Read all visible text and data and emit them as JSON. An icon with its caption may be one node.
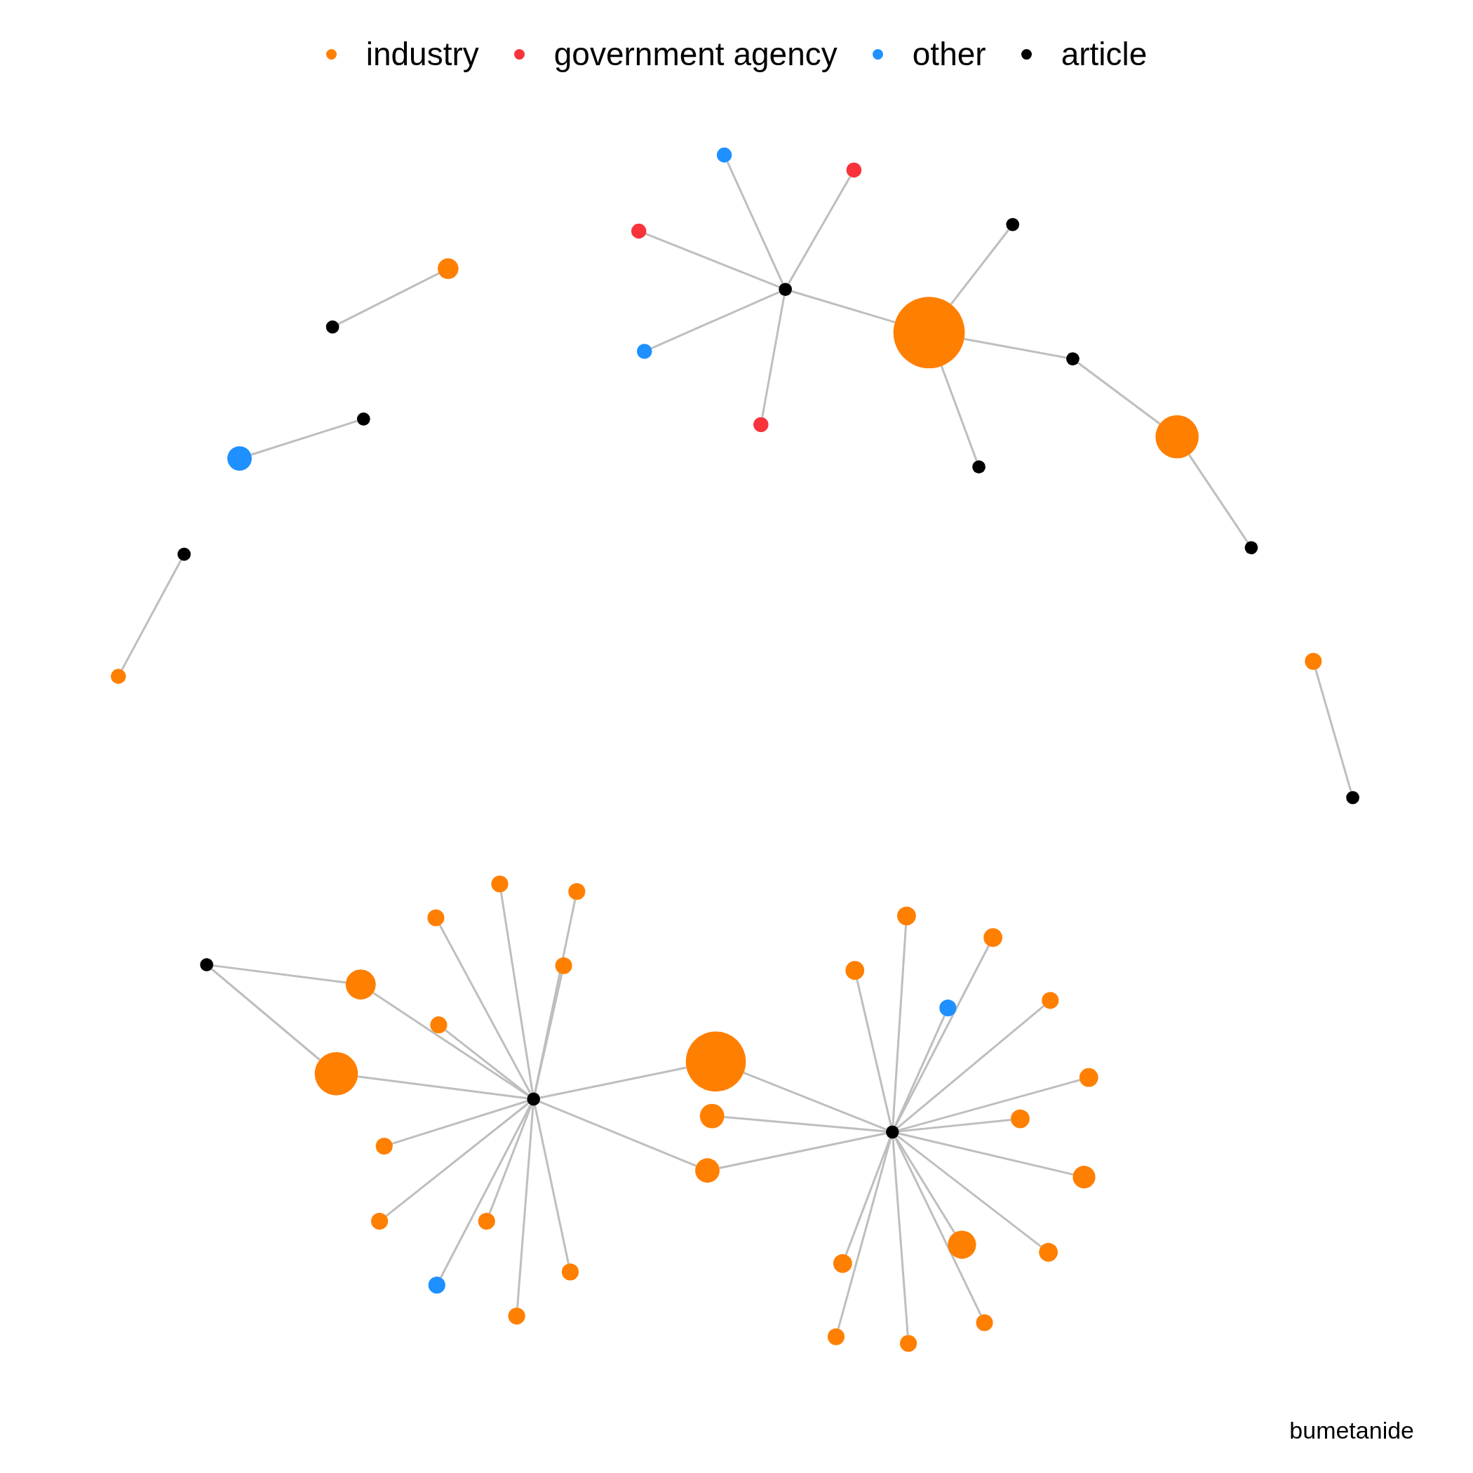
{
  "diagram": {
    "nodes": [
      {
        "text": [],
        "shape": "circle"
      },
      {
        "text": [],
        "shape": "circle"
      },
      {
        "text": [],
        "shape": "circle"
      },
      {
        "text": [],
        "shape": "circle"
      },
      {
        "text": [],
        "shape": "circle"
      },
      {
        "text": [],
        "shape": "circle"
      },
      {
        "text": [],
        "shape": "circle"
      },
      {
        "text": [],
        "shape": "circle"
      },
      {
        "text": [],
        "shape": "circle"
      },
      {
        "text": [],
        "shape": "circle"
      },
      {
        "text": [],
        "shape": "circle"
      },
      {
        "text": [],
        "shape": "circle"
      },
      {
        "text": [],
        "shape": "circle"
      },
      {
        "text": [],
        "shape": "circle"
      },
      {
        "text": [],
        "shape": "circle"
      },
      {
        "text": [],
        "shape": "circle"
      },
      {
        "text": [],
        "shape": "circle"
      },
      {
        "text": [],
        "shape": "circle"
      },
      {
        "text": [],
        "shape": "circle"
      },
      {
        "text": [],
        "shape": "circle"
      },
      {
        "text": [],
        "shape": "circle"
      },
      {
        "text": [],
        "shape": "circle"
      },
      {
        "text": [],
        "shape": "circle"
      },
      {
        "text": [],
        "shape": "circle"
      },
      {
        "text": [],
        "shape": "circle"
      },
      {
        "text": [],
        "shape": "circle"
      },
      {
        "text": [],
        "shape": "circle"
      },
      {
        "text": [],
        "shape": "circle"
      },
      {
        "text": [],
        "shape": "circle"
      },
      {
        "text": [],
        "shape": "circle"
      },
      {
        "text": [],
        "shape": "circle"
      },
      {
        "text": [],
        "shape": "circle"
      },
      {
        "text": [],
        "shape": "circle"
      },
      {
        "text": [],
        "shape": "circle"
      },
      {
        "text": [],
        "shape": "circle"
      },
      {
        "text": [],
        "shape": "circle"
      },
      {
        "text": [],
        "shape": "circle"
      },
      {
        "text": [],
        "shape": "circle"
      },
      {
        "text": [],
        "shape": "circle"
      },
      {
        "text": [],
        "shape": "circle"
      },
      {
        "text": [],
        "shape": "circle"
      },
      {
        "text": [],
        "shape": "circle"
      },
      {
        "text": [],
        "shape": "circle"
      },
      {
        "text": [],
        "shape": "circle"
      },
      {
        "text": [],
        "shape": "circle"
      },
      {
        "text": [],
        "shape": "circle"
      },
      {
        "text": [],
        "shape": "circle"
      },
      {
        "text": [],
        "shape": "circle"
      },
      {
        "text": [],
        "shape": "circle"
      },
      {
        "text": [],
        "shape": "circle"
      },
      {
        "text": [],
        "shape": "circle"
      },
      {
        "text": [],
        "shape": "circle"
      },
      {
        "text": [],
        "shape": "circle"
      }
    ],
    "edges": [
      {
        "from": 5,
        "to": 0,
        "arrow": "none"
      },
      {
        "from": 5,
        "to": 1,
        "arrow": "none"
      },
      {
        "from": 5,
        "to": 3,
        "arrow": "none"
      },
      {
        "from": 5,
        "to": 8,
        "arrow": "none"
      },
      {
        "from": 5,
        "to": 11,
        "arrow": "none"
      },
      {
        "from": 5,
        "to": 7,
        "arrow": "none"
      },
      {
        "from": 7,
        "to": 2,
        "arrow": "none"
      },
      {
        "from": 7,
        "to": 9,
        "arrow": "none"
      },
      {
        "from": 7,
        "to": 14,
        "arrow": "none"
      },
      {
        "from": 9,
        "to": 12,
        "arrow": "none"
      },
      {
        "from": 12,
        "to": 15,
        "arrow": "none"
      },
      {
        "from": 6,
        "to": 4,
        "arrow": "none"
      },
      {
        "from": 10,
        "to": 13,
        "arrow": "none"
      },
      {
        "from": 16,
        "to": 18,
        "arrow": "none"
      },
      {
        "from": 17,
        "to": 19,
        "arrow": "none"
      },
      {
        "from": 25,
        "to": 28,
        "arrow": "none"
      },
      {
        "from": 25,
        "to": 33,
        "arrow": "none"
      },
      {
        "from": 28,
        "to": 35,
        "arrow": "none"
      },
      {
        "from": 33,
        "to": 35,
        "arrow": "none"
      },
      {
        "from": 35,
        "to": 23,
        "arrow": "none"
      },
      {
        "from": 35,
        "to": 20,
        "arrow": "none"
      },
      {
        "from": 35,
        "to": 21,
        "arrow": "none"
      },
      {
        "from": 35,
        "to": 26,
        "arrow": "none"
      },
      {
        "from": 35,
        "to": 31,
        "arrow": "none"
      },
      {
        "from": 35,
        "to": 39,
        "arrow": "none"
      },
      {
        "from": 35,
        "to": 42,
        "arrow": "none"
      },
      {
        "from": 35,
        "to": 43,
        "arrow": "none"
      },
      {
        "from": 35,
        "to": 48,
        "arrow": "none"
      },
      {
        "from": 35,
        "to": 49,
        "arrow": "none"
      },
      {
        "from": 35,
        "to": 47,
        "arrow": "none"
      },
      {
        "from": 35,
        "to": 32,
        "arrow": "none"
      },
      {
        "from": 35,
        "to": 40,
        "arrow": "none"
      },
      {
        "from": 32,
        "to": 38,
        "arrow": "none"
      },
      {
        "from": 36,
        "to": 38,
        "arrow": "none"
      },
      {
        "from": 40,
        "to": 38,
        "arrow": "none"
      },
      {
        "from": 38,
        "to": 27,
        "arrow": "none"
      },
      {
        "from": 38,
        "to": 22,
        "arrow": "none"
      },
      {
        "from": 38,
        "to": 24,
        "arrow": "none"
      },
      {
        "from": 38,
        "to": 30,
        "arrow": "none"
      },
      {
        "from": 38,
        "to": 29,
        "arrow": "none"
      },
      {
        "from": 38,
        "to": 34,
        "arrow": "none"
      },
      {
        "from": 38,
        "to": 37,
        "arrow": "none"
      },
      {
        "from": 38,
        "to": 41,
        "arrow": "none"
      },
      {
        "from": 38,
        "to": 45,
        "arrow": "none"
      },
      {
        "from": 38,
        "to": 50,
        "arrow": "none"
      },
      {
        "from": 38,
        "to": 44,
        "arrow": "none"
      },
      {
        "from": 38,
        "to": 52,
        "arrow": "none"
      },
      {
        "from": 38,
        "to": 51,
        "arrow": "none"
      },
      {
        "from": 38,
        "to": 46,
        "arrow": "none"
      }
    ],
    "labels": [
      "bumetanide"
    ],
    "legend": [
      {
        "text": "industry",
        "color": "#ff7f00"
      },
      {
        "text": "government agency",
        "color": "#f8333c"
      },
      {
        "text": "other",
        "color": "#1e90ff"
      },
      {
        "text": "article",
        "color": "#000000"
      }
    ]
  }
}
